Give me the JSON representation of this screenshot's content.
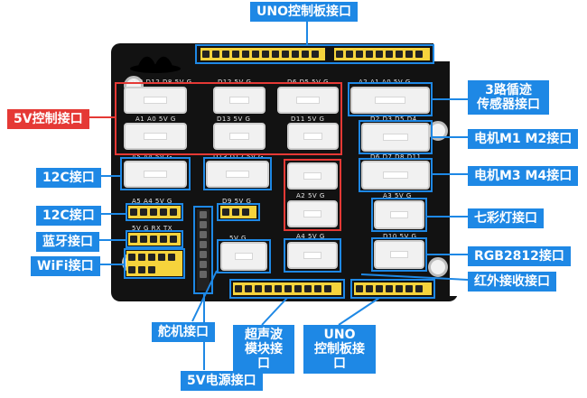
{
  "labels": {
    "uno_top": "UNO控制板接口",
    "v5_control": "5V控制接口",
    "tracking": "3路循迹\n传感器接口",
    "motor_m1m2": "电机M1 M2接口",
    "i2c_1": "12C接口",
    "motor_m3m4": "电机M3 M4接口",
    "i2c_2": "12C接口",
    "rainbow": "七彩灯接口",
    "bluetooth": "蓝牙接口",
    "rgb2812": "RGB2812接口",
    "wifi": "WiFi接口",
    "ir": "红外接收接口",
    "servo": "舵机接口",
    "ultrasonic": "超声波\n模块接口",
    "uno_bottom": "UNO\n控制板接口",
    "power5v": "5V电源接口"
  },
  "silk": {
    "d13_row": "D13 D12 D8 5V G",
    "d12_row": "D12 5V G",
    "d6_row": "D6 D5 5V G",
    "a2_row": "A2 A1 A0 5V G",
    "a1_row": "A1 A0 5V G",
    "d13b_row": "D13 5V G",
    "d11_row": "D11 5V G",
    "d2_row": "D2 D3 D5 D4",
    "a5_row": "A5 A4 5V G",
    "d13c_row": "D13 D12 5V G",
    "d6b_row": "D6 D7 D8 D11",
    "a2b_row": "A2 5V G",
    "a3_row": "A3 5V G",
    "d9_row": "D9 5V G",
    "a5b_row": "A5 A4 5V G",
    "a4_row": "A4 5V G",
    "d10_row": "D10 5V G",
    "bt_row": "5V G RX TX",
    "servo_row": "5V G"
  },
  "colors": {
    "accent": "#1e88e5",
    "highlight_red": "#e53935",
    "pcb": "#121212",
    "header": "#f5d33c"
  }
}
